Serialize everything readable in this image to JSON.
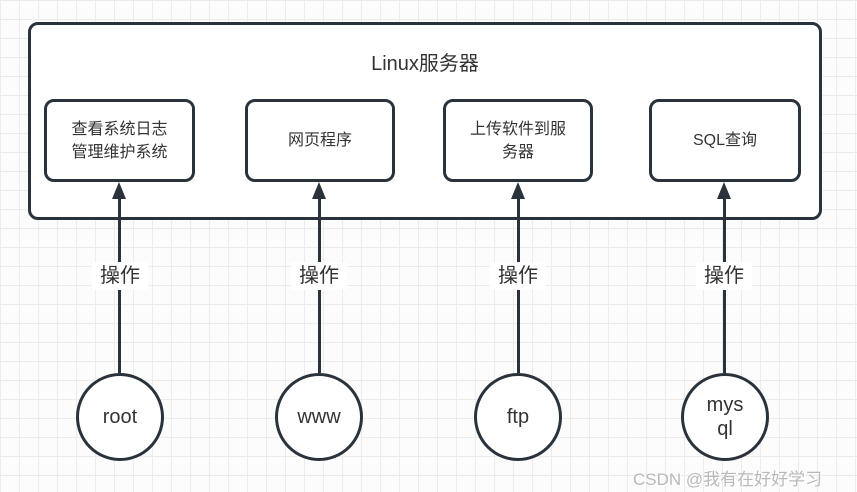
{
  "diagram": {
    "title": "Linux服务器",
    "services": [
      {
        "lines": [
          "查看系统日志",
          "管理维护系统"
        ]
      },
      {
        "lines": [
          "网页程序"
        ]
      },
      {
        "lines": [
          "上传软件到服",
          "务器"
        ]
      },
      {
        "lines": [
          "SQL查询"
        ]
      }
    ],
    "connectors": [
      {
        "label": "操作"
      },
      {
        "label": "操作"
      },
      {
        "label": "操作"
      },
      {
        "label": "操作"
      }
    ],
    "users": [
      {
        "lines": [
          "root"
        ]
      },
      {
        "lines": [
          "www"
        ]
      },
      {
        "lines": [
          "ftp"
        ]
      },
      {
        "lines": [
          "mys",
          "ql"
        ]
      }
    ]
  },
  "watermark": {
    "text": "CSDN @我有在好好学习"
  },
  "colors": {
    "stroke": "#2a323c",
    "text": "#333333",
    "watermark": "#b9b9b9",
    "grid_line": "#ececec",
    "canvas_bg": "#fcfcfc",
    "shape_fill": "#ffffff"
  }
}
